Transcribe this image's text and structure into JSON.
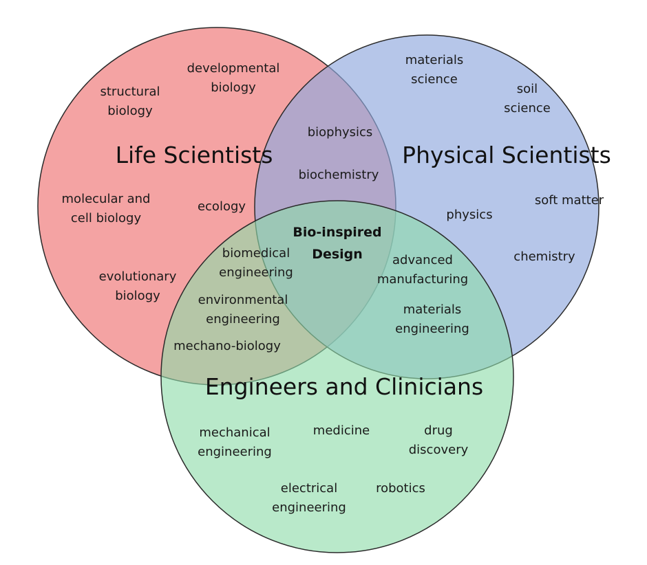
{
  "colors": {
    "life": "#f08080",
    "physical": "#90a8de",
    "engineering": "#8edcaa",
    "outline": "#2a2a2a"
  },
  "groups": {
    "life": "Life Scientists",
    "physical": "Physical Scientists",
    "engineering": "Engineers and Clinicians"
  },
  "center": "Bio-inspired\nDesign",
  "life_topics": {
    "structural": "structural\nbiology",
    "developmental": "developmental\nbiology",
    "molecular": "molecular and\ncell biology",
    "ecology": "ecology",
    "evolutionary": "evolutionary\nbiology"
  },
  "physical_topics": {
    "materials_science": "materials\nscience",
    "soil": "soil\nscience",
    "physics": "physics",
    "soft_matter": "soft matter",
    "chemistry": "chemistry"
  },
  "life_physical": {
    "biophysics": "biophysics",
    "biochemistry": "biochemistry"
  },
  "life_engineering": {
    "biomedical": "biomedical\nengineering",
    "environmental": "environmental\nengineering",
    "mechano": "mechano-biology"
  },
  "physical_engineering": {
    "advanced": "advanced\nmanufacturing",
    "materials_eng": "materials\nengineering"
  },
  "engineering_topics": {
    "mechanical": "mechanical\nengineering",
    "medicine": "medicine",
    "drug": "drug\ndiscovery",
    "electrical": "electrical\nengineering",
    "robotics": "robotics"
  }
}
